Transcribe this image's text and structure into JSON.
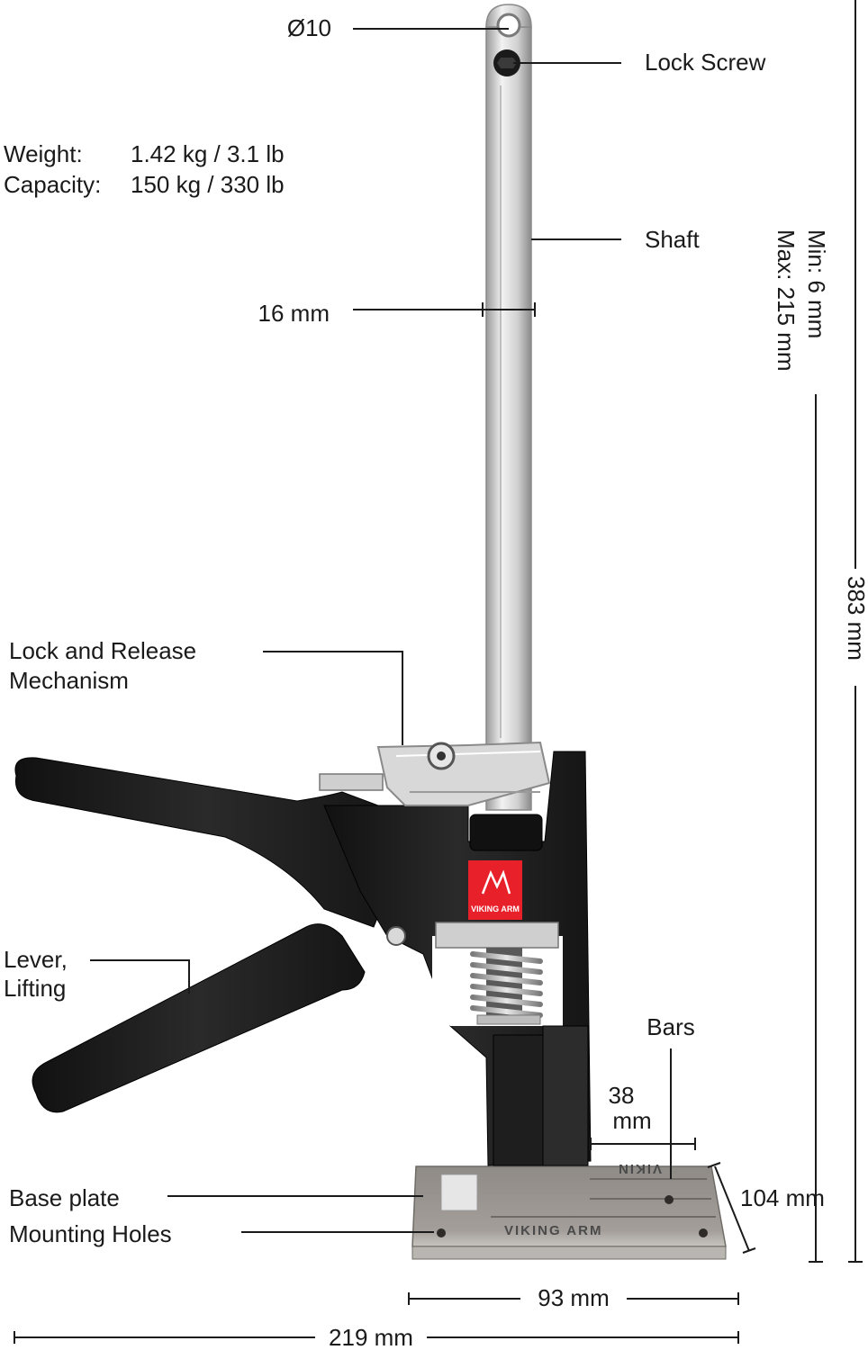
{
  "specs": {
    "weight_label": "Weight:",
    "weight_value": "1.42 kg / 3.1 lb",
    "capacity_label": "Capacity:",
    "capacity_value": "150 kg / 330 lb"
  },
  "callouts": {
    "eye_diameter": "Ø10",
    "lock_screw": "Lock Screw",
    "shaft": "Shaft",
    "shaft_width": "16 mm",
    "lock_release_line1": "Lock and Release",
    "lock_release_line2": "Mechanism",
    "lever_line1": "Lever,",
    "lever_line2": "Lifting",
    "bars": "Bars",
    "bar_width_line1": "38",
    "bar_width_line2": "mm",
    "base_plate": "Base plate",
    "mounting_holes": "Mounting Holes"
  },
  "dimensions": {
    "stroke_min": "Min:  6 mm",
    "stroke_max": "Max:  215 mm",
    "total_height": "383 mm",
    "plate_depth": "104 mm",
    "plate_width": "93 mm",
    "total_width": "219 mm"
  },
  "branding": {
    "logo_text": "VIKING ARM",
    "plate_text": "VIKING ARM",
    "plate_text_top": "VIKIN",
    "accent": "#e8202a",
    "body": "#1c1c1c",
    "metal": "#c9c9c9"
  }
}
